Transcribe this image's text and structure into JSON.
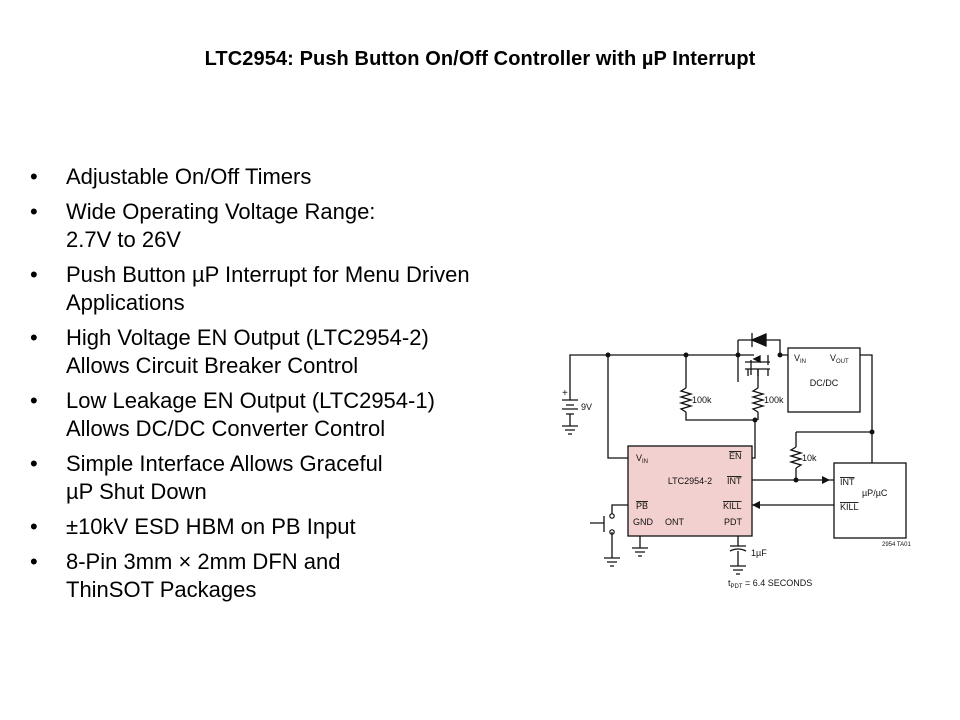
{
  "title": "LTC2954: Push Button On/Off Controller with µP Interrupt",
  "bullets": [
    {
      "l1": "Adjustable On/Off Timers",
      "l2": ""
    },
    {
      "l1": "Wide Operating Voltage Range:",
      "l2": "2.7V to 26V"
    },
    {
      "l1": "Push Button µP Interrupt for Menu Driven",
      "l2": "Applications"
    },
    {
      "l1": "High Voltage EN Output (LTC2954-2)",
      "l2": "Allows Circuit Breaker Control"
    },
    {
      "l1": "Low Leakage EN Output (LTC2954-1)",
      "l2": "Allows DC/DC Converter Control"
    },
    {
      "l1": "Simple Interface Allows Graceful",
      "l2": "µP Shut Down"
    },
    {
      "l1": "±10kV ESD HBM on PB Input",
      "l2": ""
    },
    {
      "l1": "8-Pin 3mm × 2mm DFN and",
      "l2": "ThinSOT Packages"
    }
  ],
  "bullet_char": "•",
  "schematic": {
    "chip_name": "LTC2954-2",
    "chip_color": "#f2d0cf",
    "pins": {
      "vin": "V",
      "vin_sub": "IN",
      "en": "EN",
      "int": "INT",
      "pb": "PB",
      "kill": "KILL",
      "gnd": "GND",
      "ont": "ONT",
      "pdt": "PDT"
    },
    "dcdc": {
      "vin": "V",
      "vin_sub": "IN",
      "vout": "V",
      "vout_sub": "OUT",
      "name": "DC/DC"
    },
    "up": {
      "int": "INT",
      "name": "µP/µC",
      "kill": "KILL"
    },
    "battery": {
      "label": "9V",
      "plus": "+"
    },
    "r1": "100k",
    "r2": "100k",
    "r3": "10k",
    "cap": "1µF",
    "tpdt": {
      "t": "t",
      "sub": "PDT",
      "rest": " = 6.4 SECONDS"
    },
    "fig_id": "2954 TA01"
  }
}
